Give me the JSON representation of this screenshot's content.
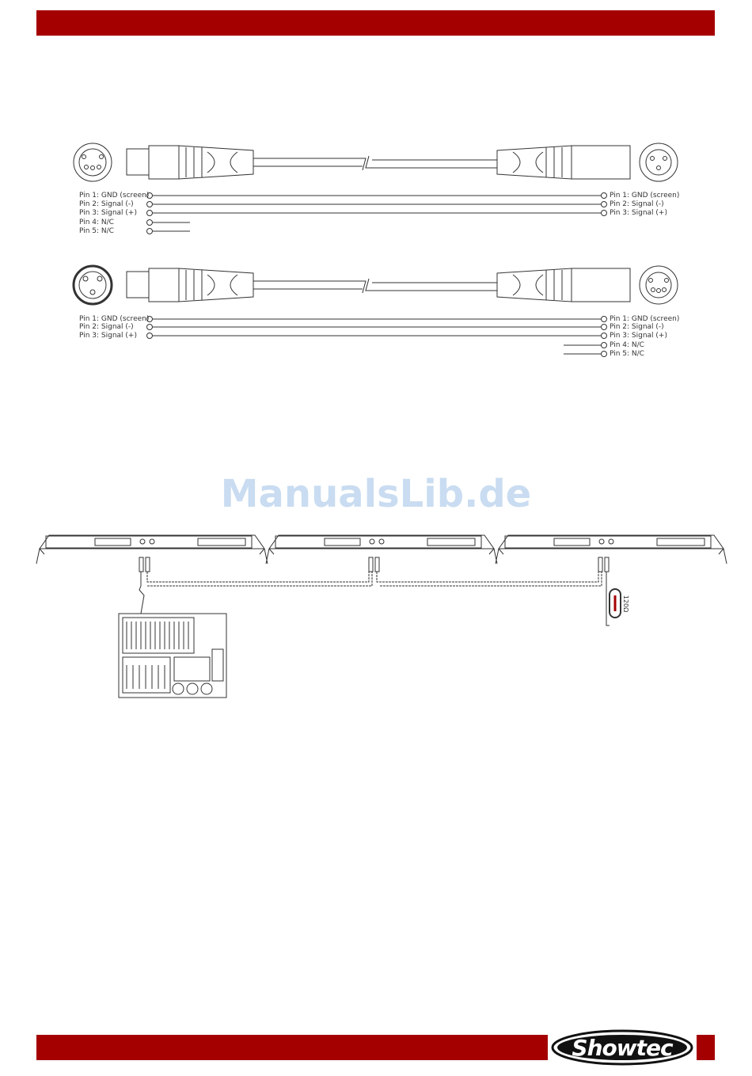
{
  "header": {
    "color": "#a50000"
  },
  "watermark": {
    "text": "ManualsLib.de",
    "color": "#c9dcf1"
  },
  "cable1": {
    "left_pins": [
      "Pin 1: GND (screen)",
      "Pin 2: Signal (-)",
      "Pin 3: Signal (+)",
      "Pin 4: N/C",
      "Pin 5: N/C"
    ],
    "right_pins": [
      "Pin 1: GND (screen)",
      "Pin 2: Signal (-)",
      "Pin 3: Signal (+)"
    ]
  },
  "cable2": {
    "left_pins": [
      "Pin 1: GND (screen)",
      "Pin 2: Signal (-)",
      "Pin 3: Signal (+)"
    ],
    "right_pins": [
      "Pin 1: GND (screen)",
      "Pin 2: Signal (-)",
      "Pin 3: Signal (+)",
      "Pin 4: N/C",
      "Pin 5: N/C"
    ]
  },
  "terminator": {
    "label": "120Ω"
  },
  "footer": {
    "brand": "Showtec",
    "color": "#a50000"
  }
}
